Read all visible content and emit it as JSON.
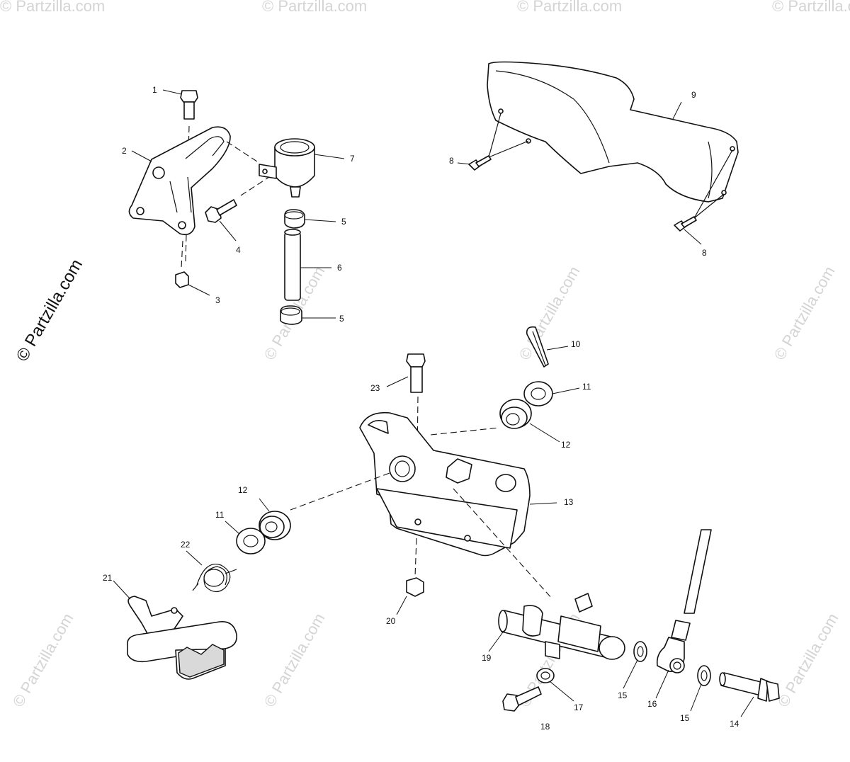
{
  "watermark": {
    "main_text": "© Partzilla.com",
    "faint_text": "© Partzilla.com",
    "faint_color": "#d4d4d4"
  },
  "callouts": {
    "c1": "1",
    "c2": "2",
    "c3": "3",
    "c4": "4",
    "c5a": "5",
    "c5b": "5",
    "c6": "6",
    "c7": "7",
    "c8a": "8",
    "c8b": "8",
    "c9": "9",
    "c10": "10",
    "c11a": "11",
    "c11b": "11",
    "c12a": "12",
    "c12b": "12",
    "c13": "13",
    "c14": "14",
    "c15a": "15",
    "c15b": "15",
    "c16": "16",
    "c17": "17",
    "c18": "18",
    "c19": "19",
    "c20": "20",
    "c21": "21",
    "c22": "22",
    "c23": "23"
  }
}
